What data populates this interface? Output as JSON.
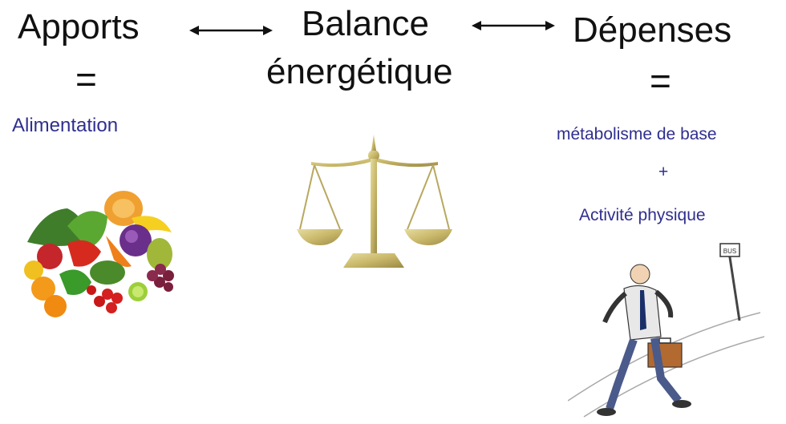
{
  "left": {
    "title": "Apports",
    "equals": "=",
    "label": "Alimentation"
  },
  "center": {
    "title_line1": "Balance",
    "title_line2": "énergétique"
  },
  "right": {
    "title": "Dépenses",
    "equals": "=",
    "item1": "métabolisme de base",
    "plus": "+",
    "item2": "Activité physique"
  },
  "sign_text": "BUS",
  "icons": [
    "fruits-vegetables-illustration",
    "scale-illustration",
    "walking-businessman-illustration",
    "double-arrow-icon"
  ],
  "colors": {
    "text": "#111111",
    "accent_blue": "#2f2f8f",
    "scale_gold": "#c9b86a"
  }
}
